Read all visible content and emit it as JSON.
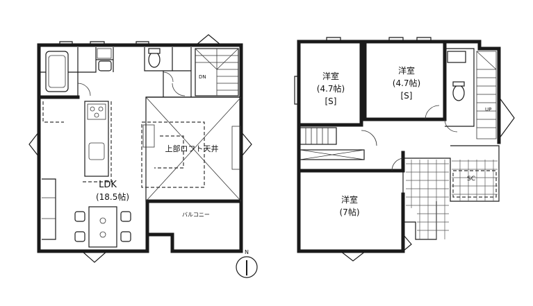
{
  "floor1": {
    "ldk_name": "LDK",
    "ldk_size": "(18.5帖)",
    "void_label": "上部ロフト天井",
    "balcony_label": "バルコニー",
    "dn_label": "DN"
  },
  "floor2": {
    "room1_name": "洋室",
    "room1_size": "(4.7帖)",
    "room1_tag": "[S]",
    "room2_name": "洋室",
    "room2_size": "(4.7帖)",
    "room2_tag": "[S]",
    "room3_name": "洋室",
    "room3_size": "(7帖)",
    "sc_label": "SC",
    "up_label": "UP"
  },
  "compass": {
    "north_label": "N"
  }
}
